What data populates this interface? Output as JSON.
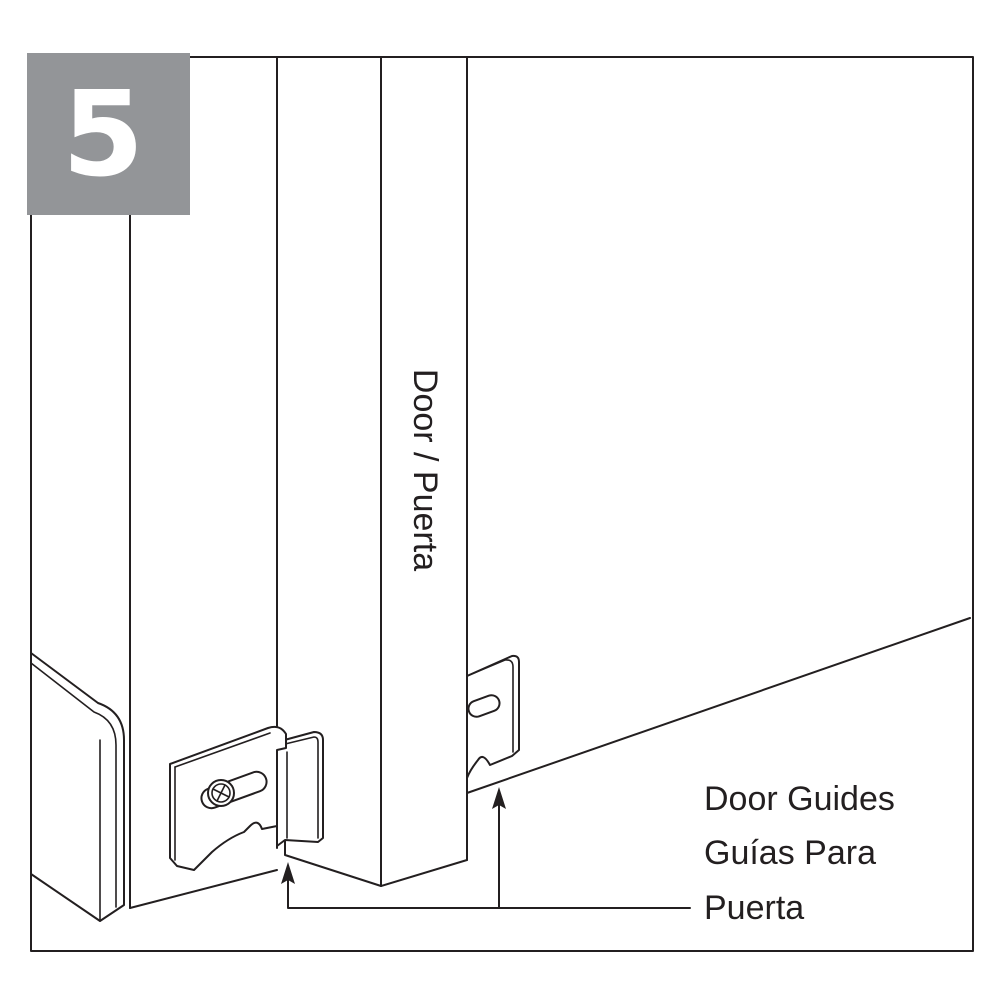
{
  "step": {
    "number": "5",
    "badge_color": "#939598"
  },
  "labels": {
    "door": "Door / Puerta",
    "guides_line1": "Door Guides",
    "guides_line2": "Guías Para",
    "guides_line3": "Puerta"
  },
  "colors": {
    "line": "#231f20",
    "background": "#ffffff"
  }
}
